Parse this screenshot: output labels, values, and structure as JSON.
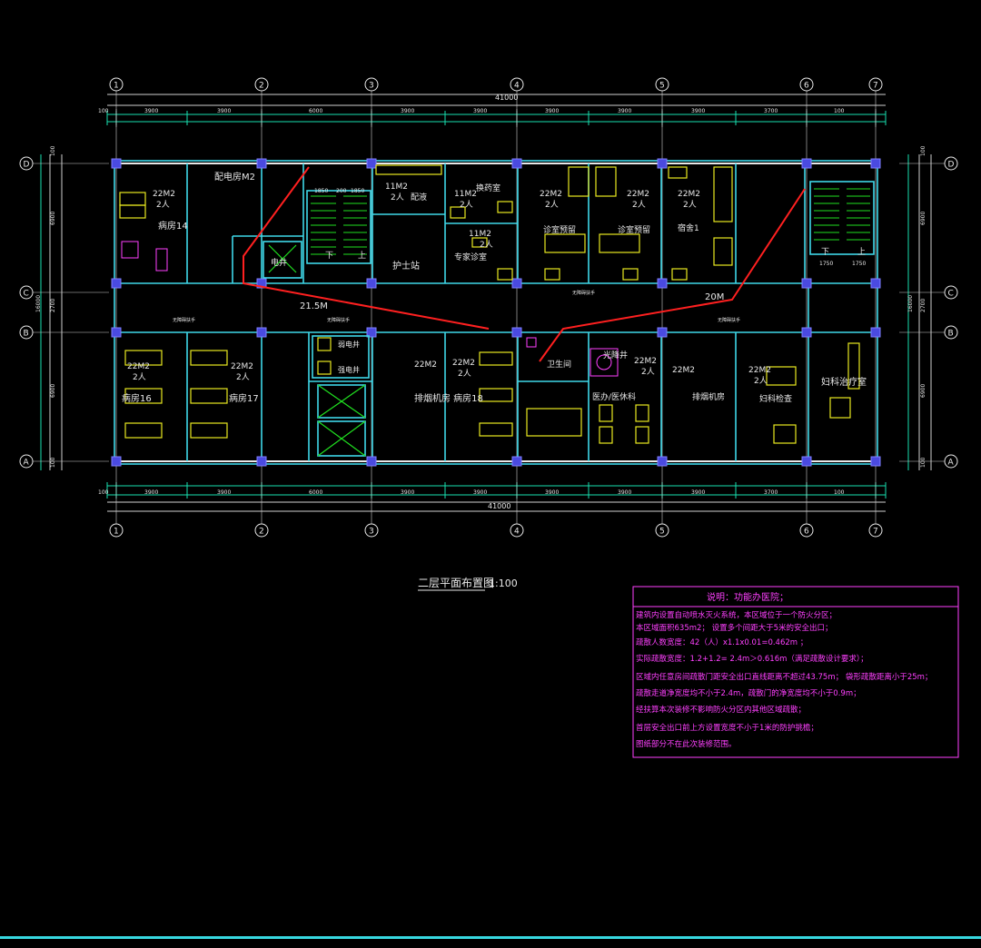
{
  "grid": {
    "top_numbers": [
      "1",
      "2",
      "3",
      "4",
      "5",
      "6",
      "7"
    ],
    "side_letters": [
      "D",
      "C",
      "B",
      "A"
    ],
    "total_length": "41000",
    "top_dims": [
      "100",
      "3900",
      "3900",
      "6000",
      "3900",
      "3900",
      "3900",
      "3900",
      "3900",
      "3700",
      "100"
    ],
    "bottom_dims": [
      "100",
      "3900",
      "3900",
      "6000",
      "3900",
      "3900",
      "3900",
      "3900",
      "3900",
      "3700",
      "100"
    ],
    "side_dims_left": [
      "100",
      "6900",
      "2700",
      "16000",
      "6900",
      "100"
    ],
    "side_dims_right": [
      "100",
      "6900",
      "2700",
      "16000",
      "6900",
      "100"
    ]
  },
  "rooms": {
    "distribution": "配电房M2",
    "ward14_area": "22M2",
    "ward14_beds": "2人",
    "ward14_name": "病房14",
    "dispensing_area": "11M2",
    "dispensing_beds": "2人",
    "dispensing_name": "配液",
    "disposal_area": "11M2",
    "disposal_beds": "2人",
    "disposal_name": "换药室",
    "consult_area": "11M2",
    "consult_beds": "2人",
    "consult_name": "专家诊室",
    "clinic1_area": "22M2",
    "clinic1_beds": "2人",
    "clinic1_name": "诊室预留",
    "clinic2_area": "22M2",
    "clinic2_beds": "2人",
    "clinic2_name": "诊室预留",
    "office1_area": "22M2",
    "office1_beds": "2人",
    "office1_name": "宿舍1",
    "elevator": "电井",
    "nurse": "护士站",
    "stair_down": "下",
    "stair_up": "上",
    "stair2_down": "下",
    "stair2_up": "上",
    "distance1": "21.5M",
    "distance2": "20M",
    "ward16_area": "22M2",
    "ward16_beds": "2人",
    "ward16_name": "病房16",
    "ward17_area": "22M2",
    "ward17_beds": "2人",
    "ward17_name": "病房17",
    "weak_well": "弱电井",
    "strong_well": "强电井",
    "ward18_area": "22M2",
    "ward18_beds": "2人",
    "ward18_name": "排烟机房 病房18",
    "ward18_area_b": "22M2",
    "toilet": "卫生间",
    "light_well": "光降井",
    "doctor_area": "22M2",
    "doctor_beds": "2人",
    "doctor_name": "医办/医休科",
    "machine_area": "22M2",
    "machine_name": "排烟机房",
    "gyn_area": "22M2",
    "gyn_beds": "2人",
    "gyn_name": "妇科检查",
    "gyn_room": "妇科治疗室",
    "meas1": "1850",
    "meas2": "200",
    "meas3": "1850",
    "meas4": "1750",
    "meas5": "1750",
    "handrail": "无障碍扶手"
  },
  "title": {
    "name": "二层平面布置图",
    "scale": "1:100"
  },
  "notes": {
    "heading": "说明：功能办医院；",
    "lines": [
      "建筑内设置自动喷水灭火系统，本区域位于一个防火分区；",
      "本区域面积635m2；    设置多个间距大于5米的安全出口；",
      "疏散人数宽度：42（人）x1.1x0.01=0.462m ；",
      "实际疏散宽度：1.2+1.2= 2.4m＞0.616m（满足疏散设计要求）；",
      "区域内任意房间疏散门距安全出口直线距离不超过43.75m；  袋形疏散距离小于25m；",
      "疏散走道净宽度均不小于2.4m，疏散门的净宽度均不小于0.9m；",
      "经扶算本次装修不影响防火分区内其他区域疏散；",
      "首层安全出口前上方设置宽度不小于1米的防护挑檐；",
      "图纸部分不在此次装修范围。"
    ]
  },
  "colors": {
    "background": "#000000",
    "wall": "#3fd8e8",
    "furniture": "#e8e820",
    "note": "#ff40ff",
    "route": "#ff2020"
  }
}
